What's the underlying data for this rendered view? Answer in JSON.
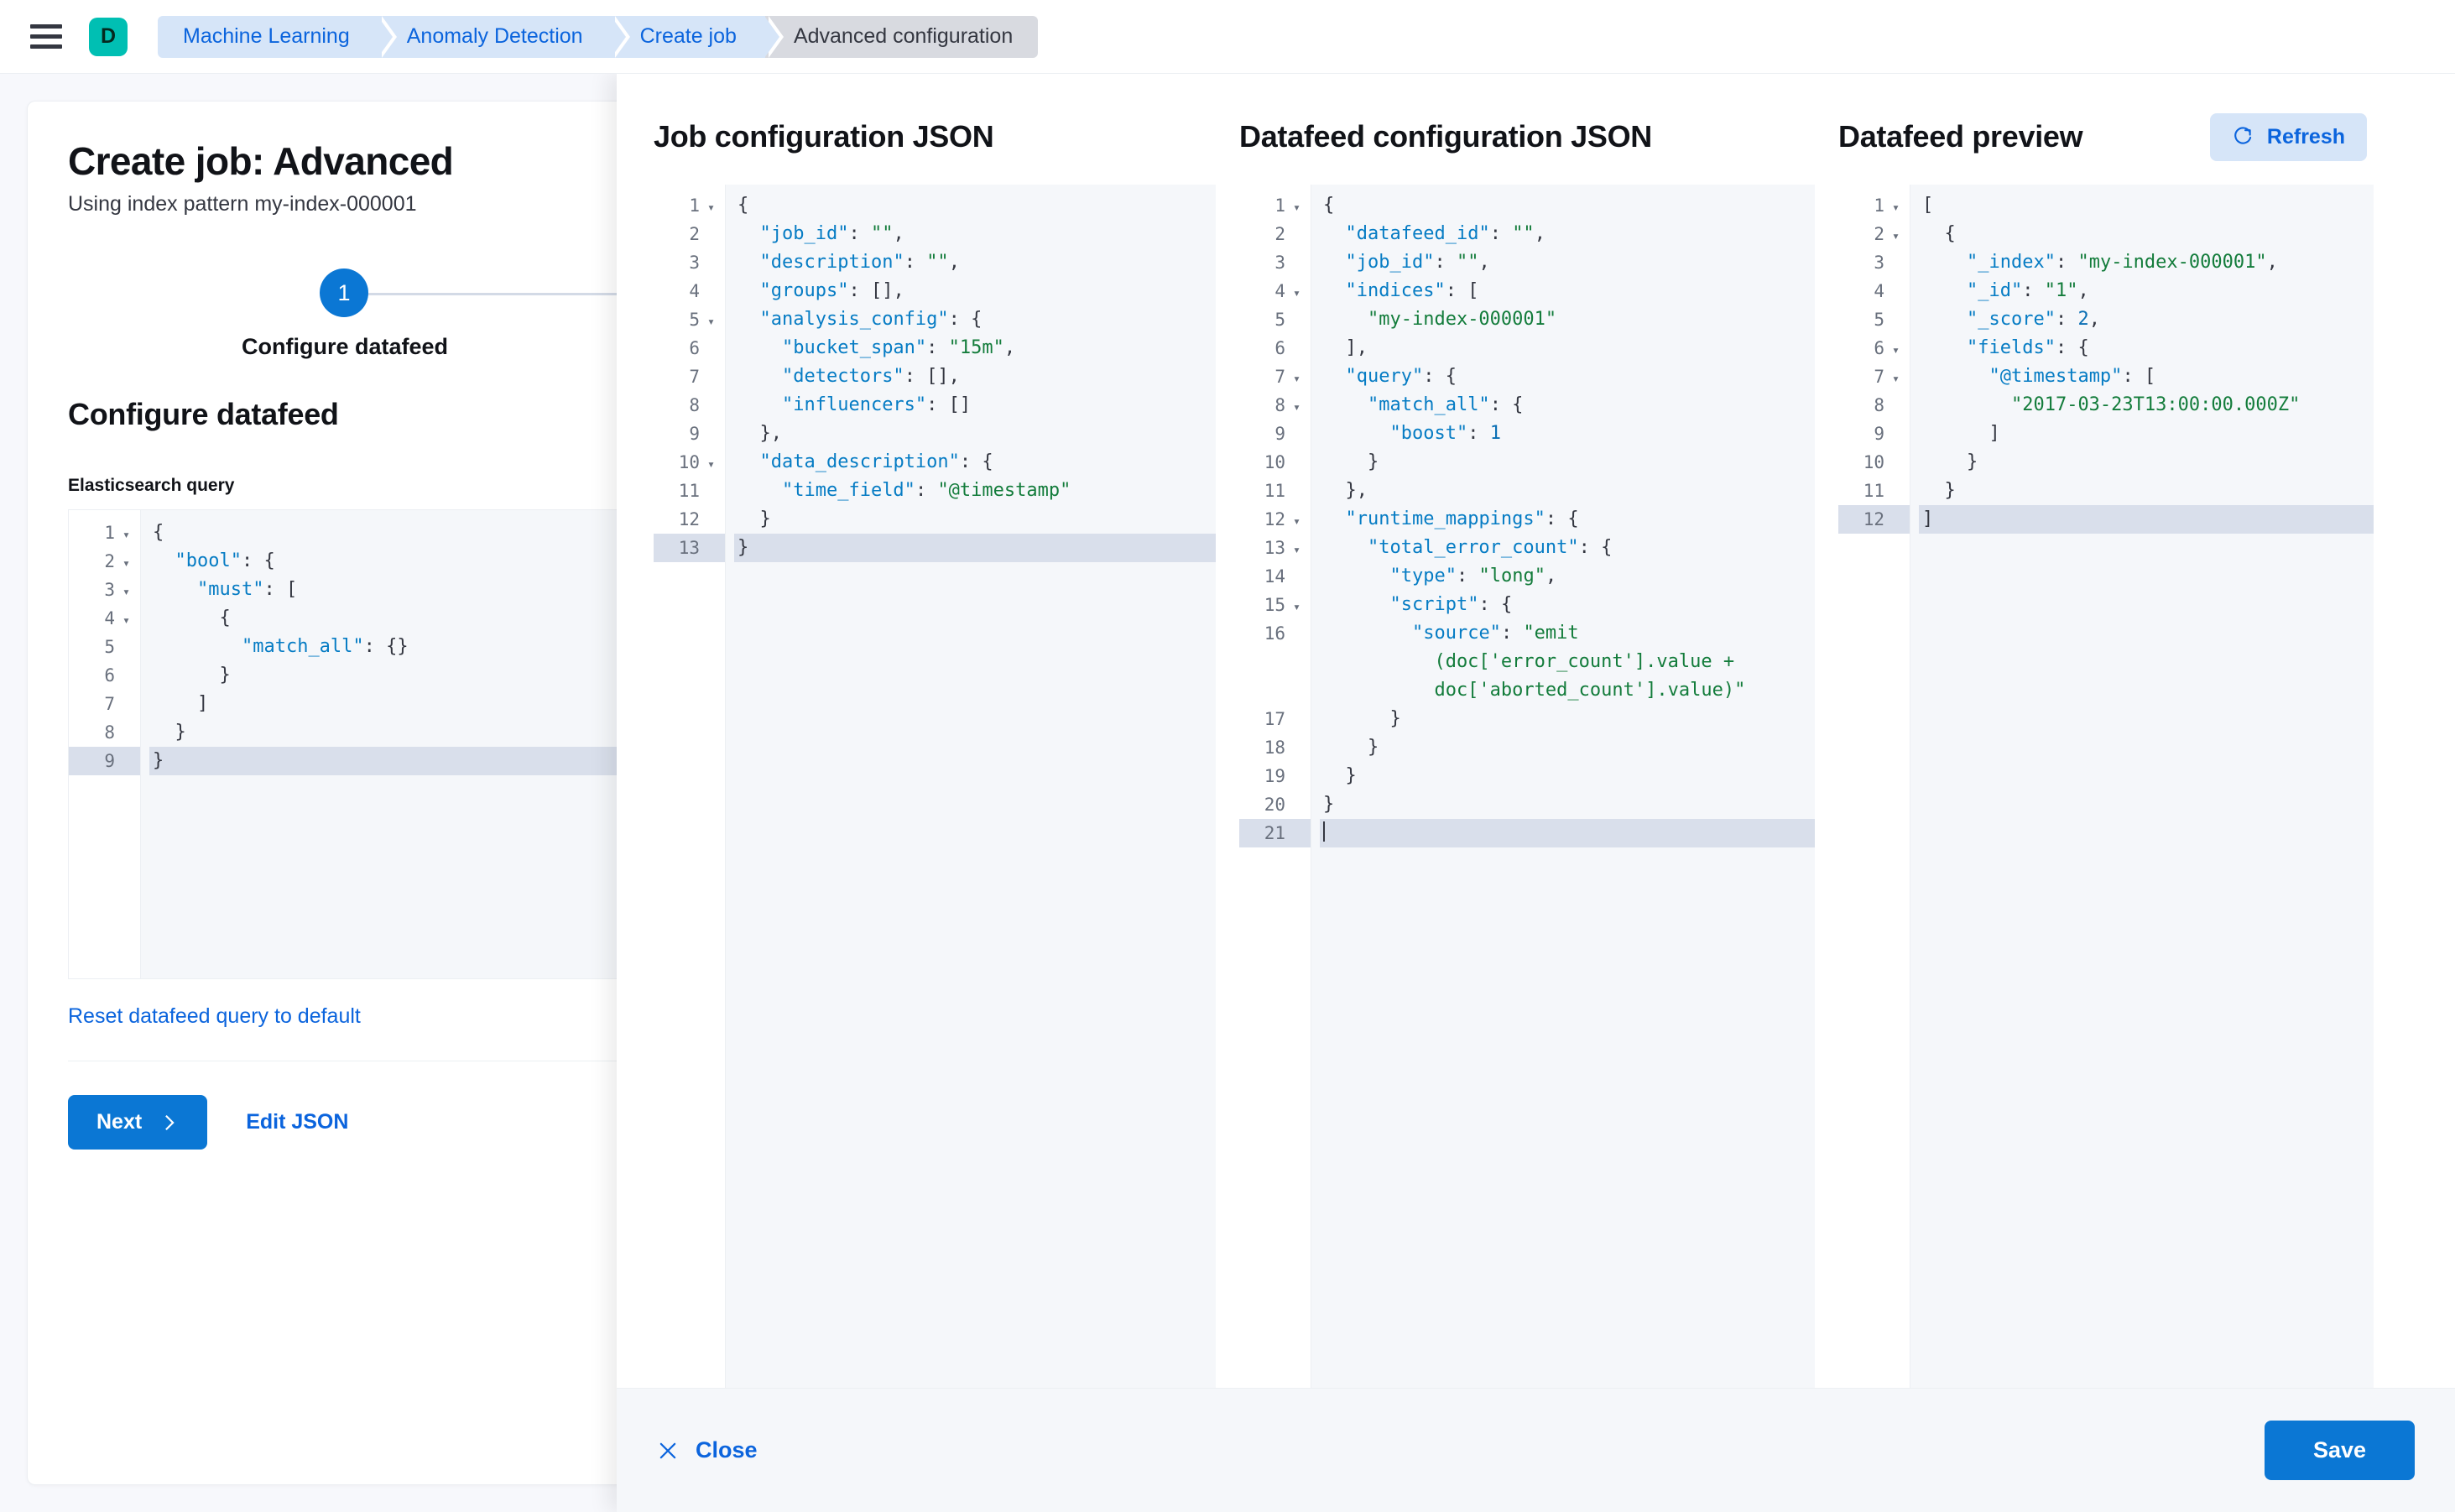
{
  "topbar": {
    "menu_icon": "hamburger-menu-icon",
    "avatar_initial": "D",
    "breadcrumbs": [
      {
        "label": "Machine Learning",
        "current": false
      },
      {
        "label": "Anomaly Detection",
        "current": false
      },
      {
        "label": "Create job",
        "current": false
      },
      {
        "label": "Advanced configuration",
        "current": true
      }
    ]
  },
  "page": {
    "title": "Create job: Advanced",
    "subtitle": "Using index pattern my-index-000001",
    "step_number": "1",
    "step_label": "Configure datafeed",
    "section_title": "Configure datafeed",
    "query_field_label": "Elasticsearch query",
    "reset_link": "Reset datafeed query to default",
    "next_label": "Next",
    "next_icon": "chevron-right-icon",
    "edit_json_label": "Edit JSON"
  },
  "query_editor": {
    "lines": [
      {
        "n": "1",
        "fold": true,
        "active": false,
        "text": "{"
      },
      {
        "n": "2",
        "fold": true,
        "active": false,
        "text": "  \"bool\": {"
      },
      {
        "n": "3",
        "fold": true,
        "active": false,
        "text": "    \"must\": ["
      },
      {
        "n": "4",
        "fold": true,
        "active": false,
        "text": "      {"
      },
      {
        "n": "5",
        "fold": false,
        "active": false,
        "text": "        \"match_all\": {}"
      },
      {
        "n": "6",
        "fold": false,
        "active": false,
        "text": "      }"
      },
      {
        "n": "7",
        "fold": false,
        "active": false,
        "text": "    ]"
      },
      {
        "n": "8",
        "fold": false,
        "active": false,
        "text": "  }"
      },
      {
        "n": "9",
        "fold": false,
        "active": true,
        "text": "}"
      }
    ]
  },
  "flyout": {
    "columns": [
      {
        "key": "job",
        "title": "Job configuration JSON",
        "has_refresh": false
      },
      {
        "key": "datafeed",
        "title": "Datafeed configuration JSON",
        "has_refresh": false
      },
      {
        "key": "preview",
        "title": "Datafeed preview",
        "has_refresh": true,
        "refresh_label": "Refresh",
        "refresh_icon": "refresh-icon"
      }
    ],
    "footer": {
      "close_label": "Close",
      "close_icon": "close-x-icon",
      "save_label": "Save"
    }
  },
  "job_config_editor": {
    "lines": [
      {
        "n": "1",
        "fold": true,
        "active": false,
        "text": "{"
      },
      {
        "n": "2",
        "fold": false,
        "active": false,
        "text": "  \"job_id\": \"\","
      },
      {
        "n": "3",
        "fold": false,
        "active": false,
        "text": "  \"description\": \"\","
      },
      {
        "n": "4",
        "fold": false,
        "active": false,
        "text": "  \"groups\": [],"
      },
      {
        "n": "5",
        "fold": true,
        "active": false,
        "text": "  \"analysis_config\": {"
      },
      {
        "n": "6",
        "fold": false,
        "active": false,
        "text": "    \"bucket_span\": \"15m\","
      },
      {
        "n": "7",
        "fold": false,
        "active": false,
        "text": "    \"detectors\": [],"
      },
      {
        "n": "8",
        "fold": false,
        "active": false,
        "text": "    \"influencers\": []"
      },
      {
        "n": "9",
        "fold": false,
        "active": false,
        "text": "  },"
      },
      {
        "n": "10",
        "fold": true,
        "active": false,
        "text": "  \"data_description\": {"
      },
      {
        "n": "11",
        "fold": false,
        "active": false,
        "text": "    \"time_field\": \"@timestamp\""
      },
      {
        "n": "12",
        "fold": false,
        "active": false,
        "text": "  }"
      },
      {
        "n": "13",
        "fold": false,
        "active": true,
        "text": "}"
      }
    ]
  },
  "datafeed_config_editor": {
    "lines": [
      {
        "n": "1",
        "fold": true,
        "active": false,
        "text": "{"
      },
      {
        "n": "2",
        "fold": false,
        "active": false,
        "text": "  \"datafeed_id\": \"\","
      },
      {
        "n": "3",
        "fold": false,
        "active": false,
        "text": "  \"job_id\": \"\","
      },
      {
        "n": "4",
        "fold": true,
        "active": false,
        "text": "  \"indices\": ["
      },
      {
        "n": "5",
        "fold": false,
        "active": false,
        "text": "    \"my-index-000001\""
      },
      {
        "n": "6",
        "fold": false,
        "active": false,
        "text": "  ],"
      },
      {
        "n": "7",
        "fold": true,
        "active": false,
        "text": "  \"query\": {"
      },
      {
        "n": "8",
        "fold": true,
        "active": false,
        "text": "    \"match_all\": {"
      },
      {
        "n": "9",
        "fold": false,
        "active": false,
        "text": "      \"boost\": 1"
      },
      {
        "n": "10",
        "fold": false,
        "active": false,
        "text": "    }"
      },
      {
        "n": "11",
        "fold": false,
        "active": false,
        "text": "  },"
      },
      {
        "n": "12",
        "fold": true,
        "active": false,
        "text": "  \"runtime_mappings\": {"
      },
      {
        "n": "13",
        "fold": true,
        "active": false,
        "text": "    \"total_error_count\": {"
      },
      {
        "n": "14",
        "fold": false,
        "active": false,
        "text": "      \"type\": \"long\","
      },
      {
        "n": "15",
        "fold": true,
        "active": false,
        "text": "      \"script\": {"
      },
      {
        "n": "16",
        "fold": false,
        "active": false,
        "text": "        \"source\": \"emit\n          (doc['error_count'].value +\n          doc['aborted_count'].value)\""
      },
      {
        "n": "17",
        "fold": false,
        "active": false,
        "text": "      }"
      },
      {
        "n": "18",
        "fold": false,
        "active": false,
        "text": "    }"
      },
      {
        "n": "19",
        "fold": false,
        "active": false,
        "text": "  }"
      },
      {
        "n": "20",
        "fold": false,
        "active": false,
        "text": "}"
      },
      {
        "n": "21",
        "fold": false,
        "active": true,
        "text": ""
      }
    ]
  },
  "datafeed_preview_editor": {
    "lines": [
      {
        "n": "1",
        "fold": true,
        "active": false,
        "text": "["
      },
      {
        "n": "2",
        "fold": true,
        "active": false,
        "text": "  {"
      },
      {
        "n": "3",
        "fold": false,
        "active": false,
        "text": "    \"_index\": \"my-index-000001\","
      },
      {
        "n": "4",
        "fold": false,
        "active": false,
        "text": "    \"_id\": \"1\","
      },
      {
        "n": "5",
        "fold": false,
        "active": false,
        "text": "    \"_score\": 2,"
      },
      {
        "n": "6",
        "fold": true,
        "active": false,
        "text": "    \"fields\": {"
      },
      {
        "n": "7",
        "fold": true,
        "active": false,
        "text": "      \"@timestamp\": ["
      },
      {
        "n": "8",
        "fold": false,
        "active": false,
        "text": "        \"2017-03-23T13:00:00.000Z\""
      },
      {
        "n": "9",
        "fold": false,
        "active": false,
        "text": "      ]"
      },
      {
        "n": "10",
        "fold": false,
        "active": false,
        "text": "    }"
      },
      {
        "n": "11",
        "fold": false,
        "active": false,
        "text": "  }"
      },
      {
        "n": "12",
        "fold": false,
        "active": true,
        "text": "]"
      }
    ]
  },
  "colors": {
    "accent_blue": "#0b77d4",
    "link_blue": "#0b64dd",
    "avatar_teal": "#00bfb3",
    "json_key": "#067cc4",
    "json_string": "#137c3b",
    "editor_bg": "#f5f7fa",
    "active_line": "#d9dfeb"
  }
}
